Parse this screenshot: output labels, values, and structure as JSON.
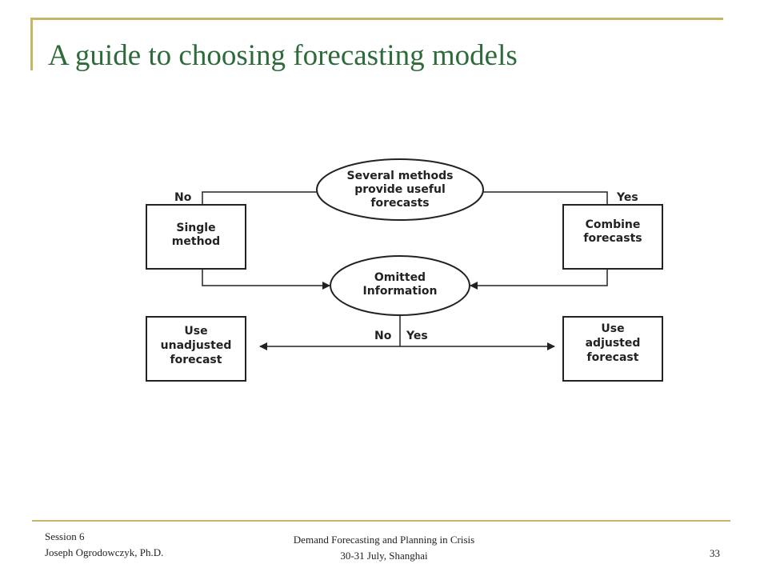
{
  "slide": {
    "title": "A guide to choosing forecasting models",
    "footer": {
      "session": "Session 6",
      "author": "Joseph Ogrodowczyk, Ph.D.",
      "event": "Demand Forecasting and Planning in Crisis",
      "dates": "30-31 July, Shanghai",
      "page_number": "33"
    },
    "accent_color": "#c8b465",
    "title_color": "#2e6b3a"
  },
  "diagram": {
    "decision_methods": [
      "Several methods",
      "provide useful",
      "forecasts"
    ],
    "label_no_top": "No",
    "label_yes_top": "Yes",
    "single_method": [
      "Single",
      "method"
    ],
    "combine_forecasts": [
      "Combine",
      "forecasts"
    ],
    "omitted_information": [
      "Omitted",
      "Information"
    ],
    "label_no_bottom": "No",
    "label_yes_bottom": "Yes",
    "use_unadjusted": [
      "Use",
      "unadjusted",
      "forecast"
    ],
    "use_adjusted": [
      "Use",
      "adjusted",
      "forecast"
    ]
  }
}
